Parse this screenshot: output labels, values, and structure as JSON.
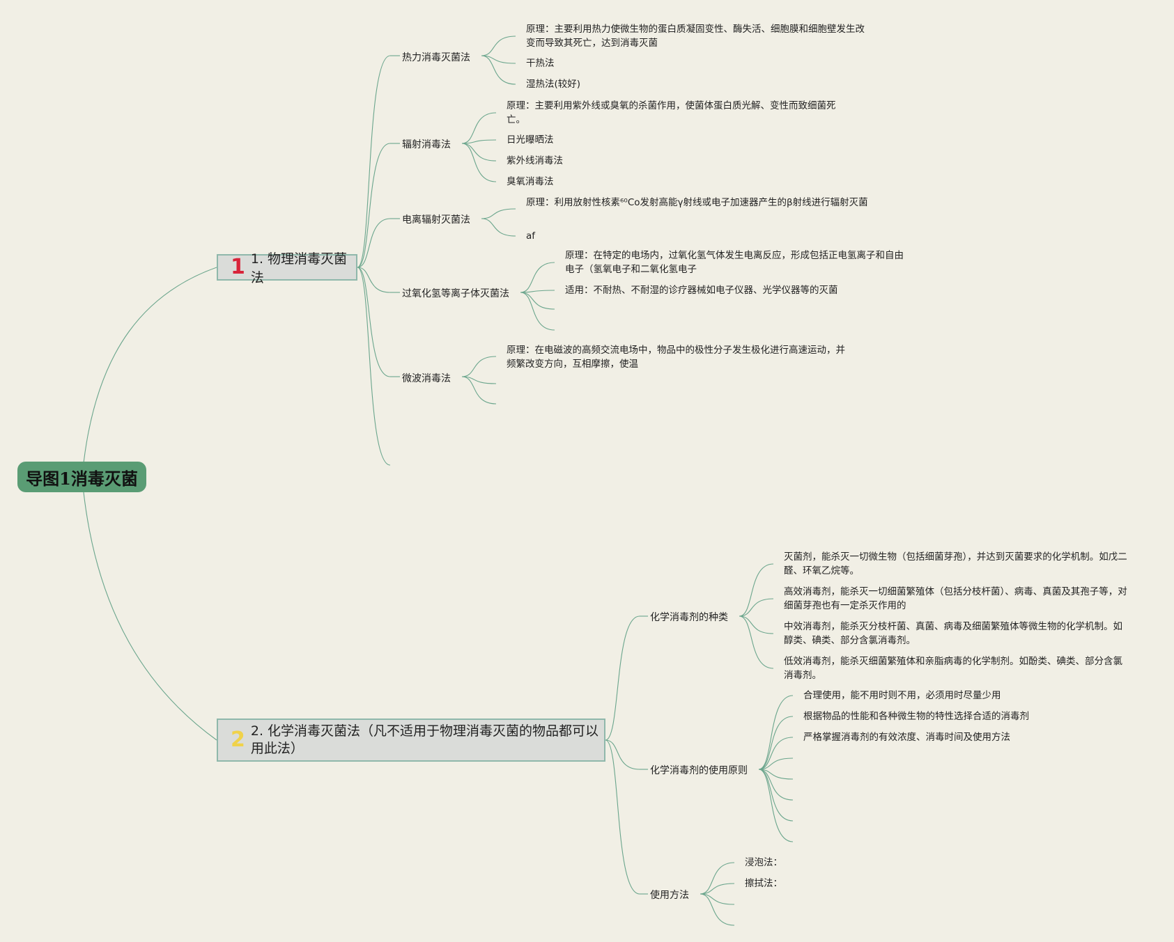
{
  "root": {
    "title": "导图1消毒灭菌"
  },
  "branch1": {
    "number": "1",
    "title": "1. 物理消毒灭菌法",
    "children": [
      {
        "label": "热力消毒灭菌法",
        "leaves": [
          "原理：主要利用热力使微生物的蛋白质凝固变性、酶失活、细胞膜和细胞壁发生改变而导致其死亡，达到消毒灭菌",
          "干热法",
          "湿热法(较好)"
        ]
      },
      {
        "label": "辐射消毒法",
        "leaves": [
          "原理：主要利用紫外线或臭氧的杀菌作用，使菌体蛋白质光解、变性而致细菌死亡。",
          "日光曝晒法",
          "紫外线消毒法",
          "臭氧消毒法"
        ]
      },
      {
        "label": "电离辐射灭菌法",
        "leaves": [
          "原理：利用放射性核素⁶⁰Co发射高能γ射线或电子加速器产生的β射线进行辐射灭菌",
          "af"
        ]
      },
      {
        "label": "过氧化氢等离子体灭菌法",
        "leaves": [
          "原理：在特定的电场内，过氧化氢气体发生电离反应，形成包括正电氢离子和自由电子（氢氧电子和二氧化氢电子",
          "适用：不耐热、不耐湿的诊疗器械如电子仪器、光学仪器等的灭菌"
        ]
      },
      {
        "label": "微波消毒法",
        "leaves": [
          "原理：在电磁波的高频交流电场中，物品中的极性分子发生极化进行高速运动，并频繁改变方向，互相摩擦，使温"
        ]
      }
    ]
  },
  "branch2": {
    "number": "2",
    "title": "2. 化学消毒灭菌法（凡不适用于物理消毒灭菌的物品都可以用此法）",
    "children": [
      {
        "label": "化学消毒剂的种类",
        "leaves": [
          "灭菌剂，能杀灭一切微生物（包括细菌芽孢），并达到灭菌要求的化学机制。如戊二醛、环氧乙烷等。",
          "高效消毒剂，能杀灭一切细菌繁殖体（包括分枝杆菌）、病毒、真菌及其孢子等，对细菌芽孢也有一定杀灭作用的",
          "中效消毒剂，能杀灭分枝杆菌、真菌、病毒及细菌繁殖体等微生物的化学机制。如醇类、碘类、部分含氯消毒剂。",
          "低效消毒剂，能杀灭细菌繁殖体和亲脂病毒的化学制剂。如酚类、碘类、部分含氯消毒剂。"
        ]
      },
      {
        "label": "化学消毒剂的使用原则",
        "leaves": [
          "合理使用，能不用时则不用，必须用时尽量少用",
          "根据物品的性能和各种微生物的特性选择合适的消毒剂",
          "严格掌握消毒剂的有效浓度、消毒时间及使用方法"
        ]
      },
      {
        "label": "使用方法",
        "leaves": [
          "浸泡法：",
          "擦拭法："
        ]
      }
    ]
  },
  "colors": {
    "line": "#6aa58c",
    "root_bg": "#5a9c74",
    "box_bg": "#dadcd9",
    "num1": "#d8243a",
    "num2": "#f0d24a",
    "background": "#f1efe5"
  }
}
